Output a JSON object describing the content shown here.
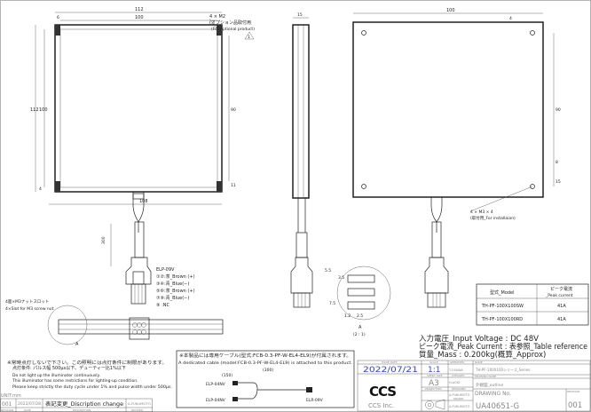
{
  "dimensions": {
    "front_width_outer": "112",
    "front_width_inner": "100",
    "front_height_outer": "112",
    "front_height_inner": "100",
    "front_bottom": "108",
    "front_mid": "90",
    "front_edge_6": "6",
    "front_edge_4": "4",
    "front_edge_11": "11",
    "cable_length": "300",
    "side_width": "15",
    "right_width": "100",
    "right_height": "90",
    "right_edge_4": "4",
    "right_edge_15": "15",
    "right_edge_8": "8",
    "detail_3_5": "3.5",
    "detail_5_5": "5.5",
    "detail_7_5": "7.5",
    "detail_1_2": "1.2",
    "detail_2_5": "2.5"
  },
  "annotations": {
    "m2_holes": "4 × M2",
    "optional_jp": "(オプション品取付用",
    "optional_en": "(For optional product)",
    "m3_install": "4 × M3 × 4",
    "install_label": "(取付用_For installaion)",
    "slot_jp": "4面×M3ナットスロット",
    "slot_en": "4×Slot for M3 screw nut",
    "detail_label": "A",
    "detail_scale": "(2 : 1)",
    "revision_marker": "1"
  },
  "connector_pinout": {
    "model": "ELP-09V",
    "pins": [
      "①②:茶_Brown (+)",
      "③④:青_Blue(−)",
      "⑤⑥:茶_Brown (+)",
      "⑦⑧:青_Blue(−)",
      "⑨ :NC"
    ]
  },
  "model_table": {
    "headers": [
      "型式_Model",
      "ピーク電流",
      "_Peak current"
    ],
    "rows": [
      {
        "model": "TH-PF-100X100SW",
        "current": "41A"
      },
      {
        "model": "TH-PF-100X100RD",
        "current": "41A"
      }
    ]
  },
  "specs": {
    "voltage": "入力電圧_Input Voltage : DC 48V",
    "current": "ピーク電流_Peak Current : 表参照_Table reference",
    "mass": "質量_Mass : 0.200kg(概算_Approx)"
  },
  "notes": {
    "jp1": "※常時点灯しないで下さい。この照明には点灯条件に制限があります。",
    "jp2": "点灯条件: パルス幅 500μs以下、デューティー比1%以下",
    "en1": "Do not light up the illuminator continuously.",
    "en2": "This illuminator has some restrictions for lighting-up condition.",
    "en3": "Please keep strictly the duty cycle under 1% and pulse width under 500μs."
  },
  "cable_box": {
    "jp": "※本製品には専用ケーブル(型式:FCB-0.3-PF-W-EL4-EL9)が付属されます。",
    "en": "A dedicated cable (model:FCB-0.3-PF-W-EL4-EL9) is attached to this product.",
    "len_total": "(300)",
    "len_branch": "(150)",
    "conn1": "ELP-04NV",
    "conn2": "ELP-04NV",
    "conn3": "ELR-09V"
  },
  "revision_table": {
    "unit": "UNIT:mm",
    "rev": "001",
    "date": "2022/07/28",
    "description": "表記変更_Discription change",
    "revised_by": "A.FUKUMOTO",
    "headers": [
      "REVISION",
      "DATE",
      "DESCRIPTION",
      "REVISED"
    ]
  },
  "title_block": {
    "issue_date_label": "ISSUE DATE",
    "issue_date": "2022/07/21",
    "scale_label": "SCALE",
    "scale": "1:1",
    "sheet_size_label": "SHEET SIZE",
    "sheet_size": "A3",
    "projection_label": "PROJECTION",
    "approved_label": "APPROVED",
    "approved": "T.OSAWA",
    "checked_label": "CHECKED",
    "checked": "H.AOKI",
    "designed_label": "DESIGNED",
    "designed": "A.FUKUMOTO",
    "drawn_label": "DRAWN",
    "drawn": "A.FUKUMOTO",
    "name_label": "NAME",
    "name": "TH-PF-100X100シリーズ_Series",
    "drawing_name_label": "DRAWING NAME",
    "drawing_name": "外観図_outline",
    "drawing_no_label": "DRAWING No.",
    "drawing_no": "UA40651-G",
    "revision_label": "REVISION",
    "revision": "001",
    "company_logo": "CCS",
    "company": "CCS Inc."
  }
}
